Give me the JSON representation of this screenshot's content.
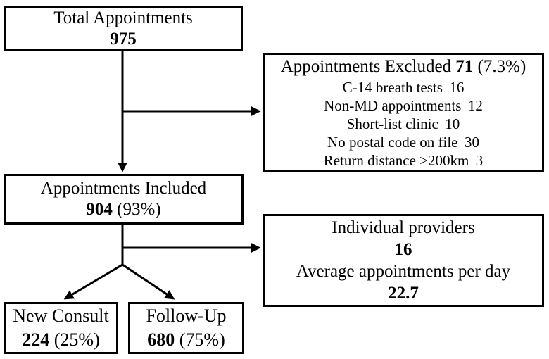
{
  "colors": {
    "line": "#000000",
    "border": "#000000",
    "background": "#ffffff",
    "text": "#000000"
  },
  "boxes": {
    "total": {
      "title": "Total Appointments",
      "value": "975"
    },
    "excluded": {
      "title_prefix": "Appointments Excluded",
      "value": "71",
      "suffix": "(7.3%)",
      "items": [
        {
          "label": "C-14 breath tests",
          "value": "16"
        },
        {
          "label": "Non-MD appointments",
          "value": "12"
        },
        {
          "label": "Short-list clinic",
          "value": "10"
        },
        {
          "label": "No postal code on file",
          "value": "30"
        },
        {
          "label": "Return distance >200km",
          "value": "3"
        }
      ]
    },
    "included": {
      "title": "Appointments Included",
      "value": "904",
      "suffix": "(93%)"
    },
    "providers": {
      "line1": "Individual providers",
      "value1": "16",
      "line2": "Average appointments per day",
      "value2": "22.7"
    },
    "new_consult": {
      "title": "New Consult",
      "value": "224",
      "suffix": "(25%)"
    },
    "follow_up": {
      "title": "Follow-Up",
      "value": "680",
      "suffix": "(75%)"
    }
  }
}
